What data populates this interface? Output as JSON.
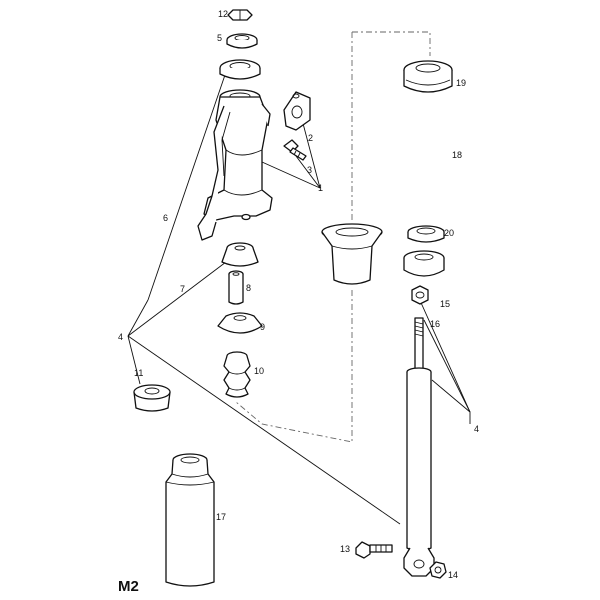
{
  "figure_code": "M2",
  "callouts": {
    "c1": "1",
    "c2": "2",
    "c3": "3",
    "c4a": "4",
    "c4b": "4",
    "c5": "5",
    "c6": "6",
    "c7": "7",
    "c8": "8",
    "c9": "9",
    "c10": "10",
    "c11": "11",
    "c12": "12",
    "c13": "13",
    "c14": "14",
    "c15": "15",
    "c16": "16",
    "c17": "17",
    "c18": "18",
    "c19": "19",
    "c20": "20"
  }
}
